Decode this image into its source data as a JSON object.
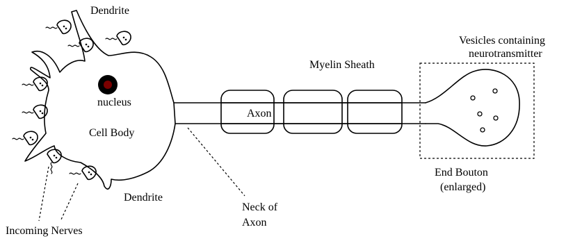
{
  "labels": {
    "dendrite_top": "Dendrite",
    "dendrite_bottom": "Dendrite",
    "nucleus": "nucleus",
    "cell_body": "Cell Body",
    "axon": "Axon",
    "myelin_sheath": "Myelin Sheath",
    "neck_of_axon_line1": "Neck of",
    "neck_of_axon_line2": "Axon",
    "incoming_nerves": "Incoming Nerves",
    "vesicles_line1": "Vesicles containing",
    "vesicles_line2": "neurotransmitter",
    "end_bouton_line1": "End Bouton",
    "end_bouton_line2": "(enlarged)"
  }
}
